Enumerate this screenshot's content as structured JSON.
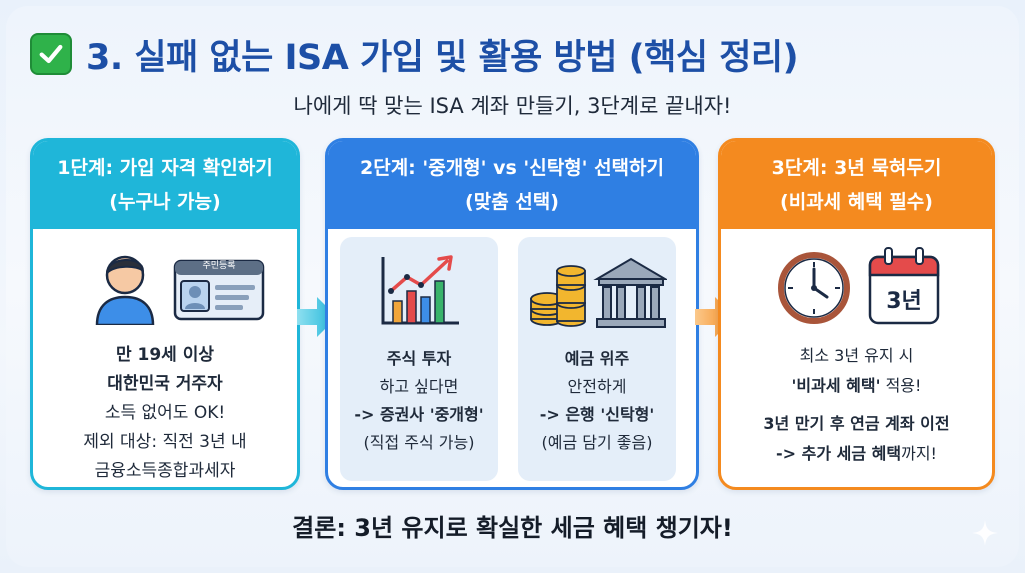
{
  "header": {
    "title": "3. 실패 없는 ISA 가입 및 활용 방법 (핵심 정리)",
    "subtitle": "나에게 딱 맞는 ISA 계좌 만들기, 3단계로 끝내자!"
  },
  "step1": {
    "title_line1": "1단계: 가입 자격 확인하기",
    "title_line2": "(누구나 가능)",
    "id_card_label": "주민등록",
    "line1": "만 19세 이상",
    "line2": "대한민국 거주자",
    "line3": "소득 없어도 OK!",
    "line4": "제외 대상: 직전 3년 내",
    "line5": "금융소득종합과세자"
  },
  "step2": {
    "title_line1": "2단계: '중개형' vs '신탁형' 선택하기",
    "title_line2": "(맞춤 선택)",
    "left": {
      "line1": "주식 투자",
      "line2": "하고 싶다면",
      "line3": "-> 증권사 '중개형'",
      "line4": "(직접 주식 가능)"
    },
    "right": {
      "line1": "예금 위주",
      "line2": "안전하게",
      "line3": "-> 은행 '신탁형'",
      "line4": "(예금 담기 좋음)"
    }
  },
  "step3": {
    "title_line1": "3단계: 3년 묵혀두기",
    "title_line2": "(비과세 혜택 필수)",
    "calendar_label": "3년",
    "line1": "최소 3년 유지 시",
    "line2_bold": "'비과세 혜택'",
    "line2_rest": " 적용!",
    "line3_a": "3년 만기 후 ",
    "line3_b": "연금 계좌 이전",
    "line4_a": "-> 추가 세금 혜택",
    "line4_b": "까지!"
  },
  "conclusion": "결론: 3년 유지로 확실한 세금 혜택 챙기자!",
  "colors": {
    "title": "#1d4fa6",
    "step1": "#1fb6d9",
    "step2": "#2f7fe3",
    "step3": "#f48a1f"
  }
}
